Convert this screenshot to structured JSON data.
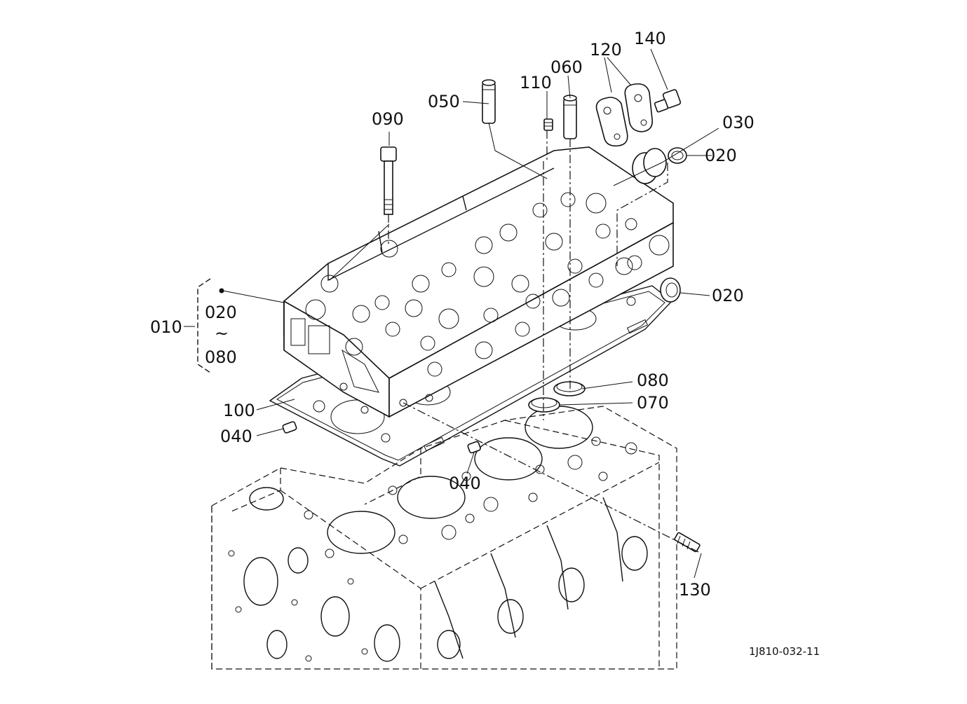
{
  "diagram": {
    "reference_code": "1J810-032-11",
    "callouts": {
      "p010": "010",
      "p020_top": "020",
      "p020_right": "020",
      "p030": "030",
      "p040_left": "040",
      "p040_bottom": "040",
      "p050": "050",
      "p060": "060",
      "p070": "070",
      "p080": "080",
      "p090": "090",
      "p100": "100",
      "p110": "110",
      "p120": "120",
      "p130": "130",
      "p140": "140"
    },
    "assembly_group": {
      "from": "020",
      "tilde": "~",
      "to": "080"
    }
  }
}
